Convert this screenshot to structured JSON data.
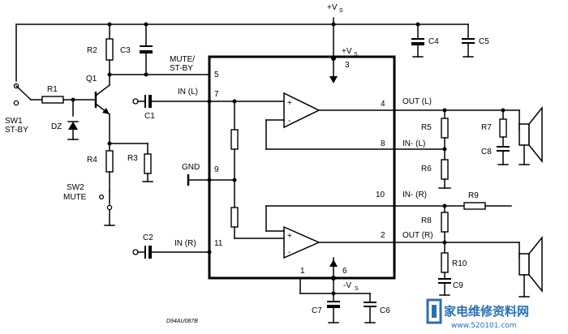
{
  "supply": {
    "pos": "+V",
    "pos_sub": "S",
    "neg": "-V",
    "neg_sub": "S"
  },
  "pins": {
    "p1": "1",
    "p2": "2",
    "p3": "3",
    "p4": "4",
    "p5": "5",
    "p6": "6",
    "p7": "7",
    "p8": "8",
    "p9": "9",
    "p10": "10",
    "p11": "11"
  },
  "pin_labels": {
    "mute": "MUTE/",
    "stby": "ST-BY",
    "in_l": "IN (L)",
    "in_r": "IN (R)",
    "gnd": "GND",
    "out_l": "OUT (L)",
    "in_minus_l": "IN- (L)",
    "in_minus_r": "IN- (R)",
    "out_r": "OUT (R)"
  },
  "components": {
    "r1": "R1",
    "r2": "R2",
    "r3": "R3",
    "r4": "R4",
    "r5": "R5",
    "r6": "R6",
    "r7": "R7",
    "r8": "R8",
    "r9": "R9",
    "r10": "R10",
    "c1": "C1",
    "c2": "C2",
    "c3": "C3",
    "c4": "C4",
    "c5": "C5",
    "c6": "C6",
    "c7": "C7",
    "c8": "C8",
    "c9": "C9",
    "q1": "Q1",
    "dz": "DZ",
    "sw1": "SW1",
    "sw1b": "ST-BY",
    "sw2": "SW2",
    "sw2b": "MUTE"
  },
  "opamp_signs": {
    "plus": "+",
    "minus": "-"
  },
  "drawing_code": "D94AU087B",
  "watermark": {
    "cn": "家电维修资料网",
    "url": "www.520101.com"
  }
}
